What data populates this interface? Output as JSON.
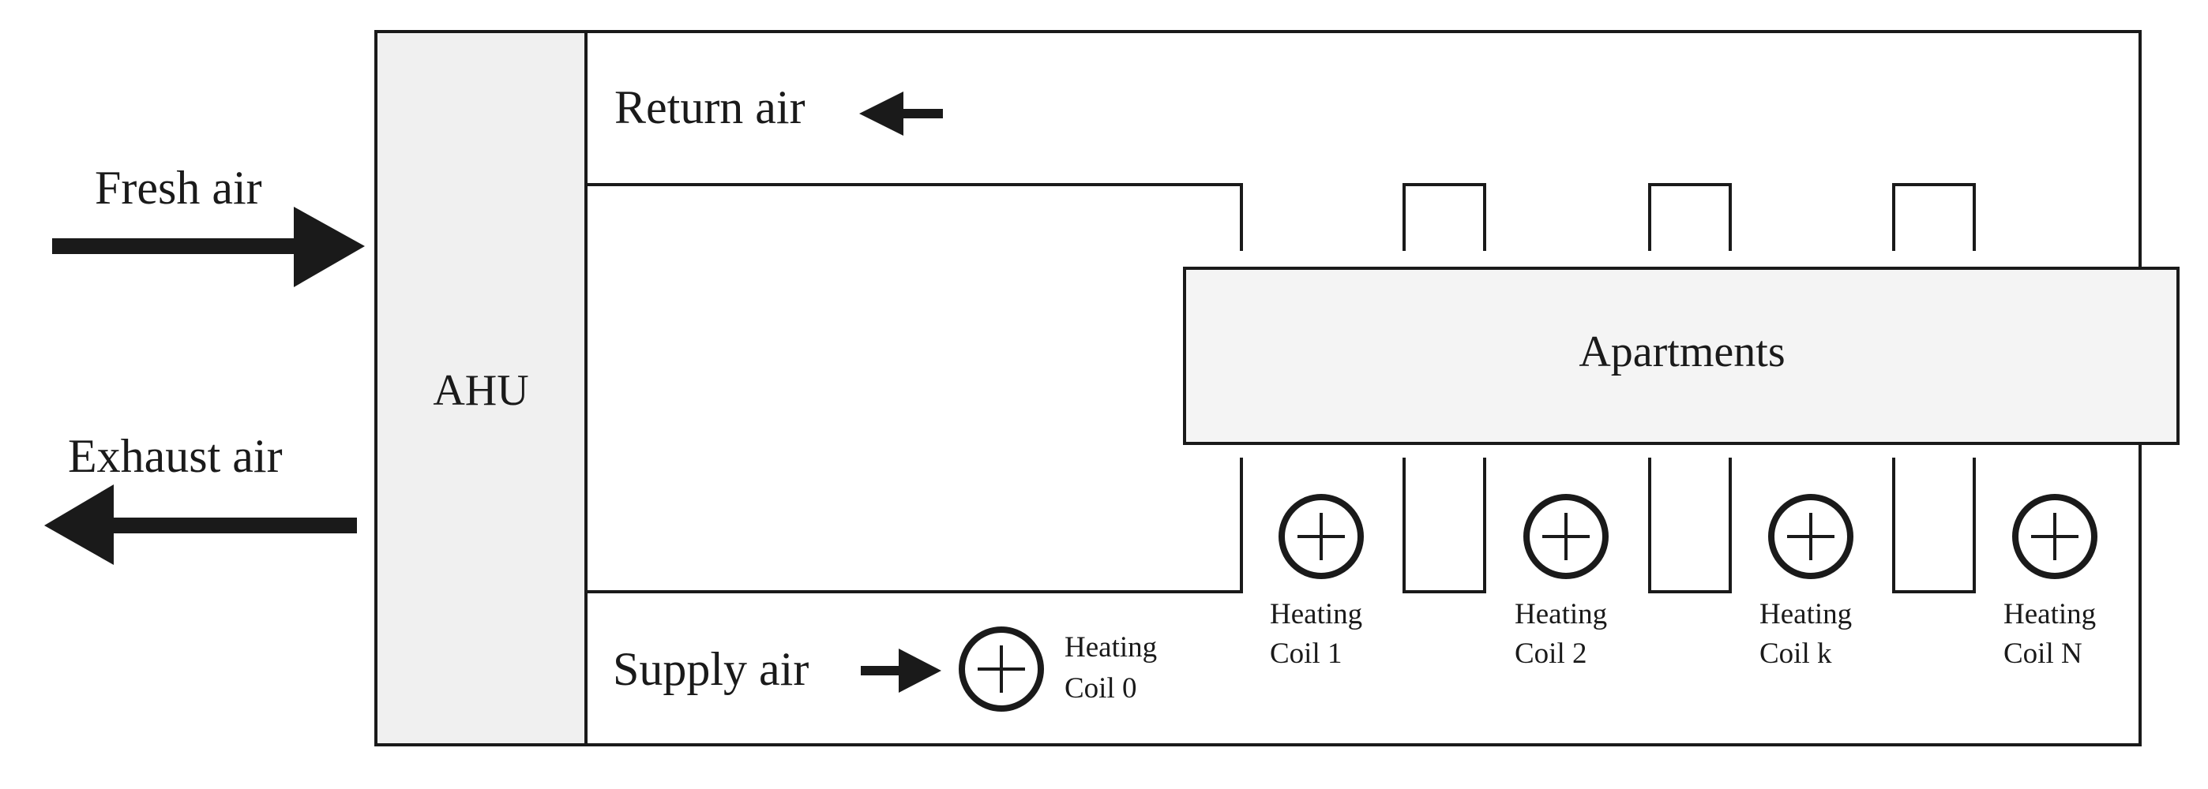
{
  "labels": {
    "fresh_air": "Fresh air",
    "exhaust_air": "Exhaust air",
    "ahu": "AHU",
    "return_air": "Return air",
    "supply_air": "Supply air",
    "apartments": "Apartments"
  },
  "heating_coils": [
    {
      "line1": "Heating",
      "line2": "Coil 0"
    },
    {
      "line1": "Heating",
      "line2": "Coil 1"
    },
    {
      "line1": "Heating",
      "line2": "Coil 2"
    },
    {
      "line1": "Heating",
      "line2": "Coil k"
    },
    {
      "line1": "Heating",
      "line2": "Coil N"
    }
  ],
  "colors": {
    "line": "#1a1a1a",
    "ahu_fill": "#f0f0f0",
    "apartments_fill": "#f4f4f4"
  }
}
